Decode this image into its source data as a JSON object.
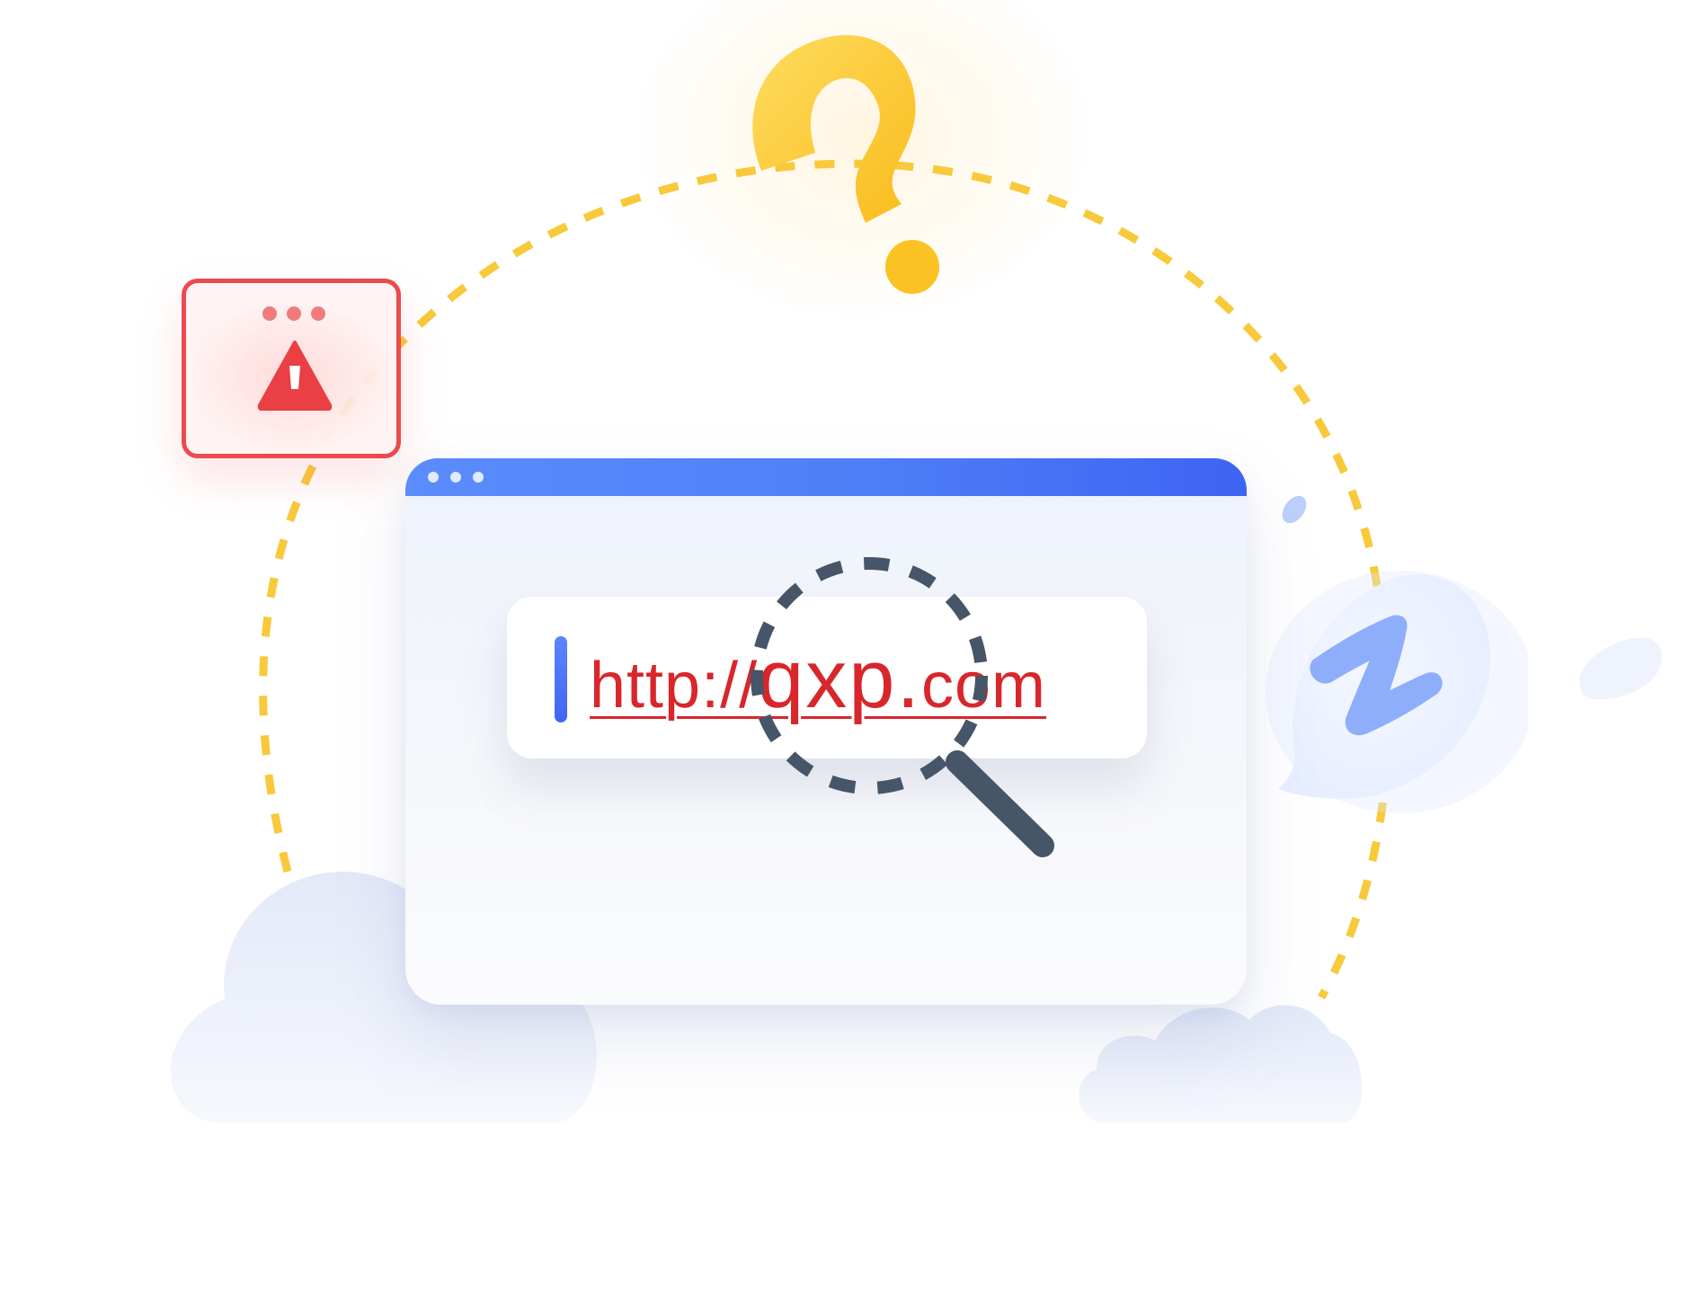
{
  "address_bar": {
    "url_scheme": "http://",
    "url_domain": "qxp.",
    "url_tld": "com"
  },
  "icons": {
    "question": "question-mark-icon",
    "warning": "warning-triangle-icon",
    "magnifier": "magnifying-glass-icon",
    "sleep": "sleep-z-icon"
  },
  "colors": {
    "accent_blue": "#4f7ef8",
    "warning_red": "#ea4b4f",
    "url_red": "#d9262b",
    "orbit_yellow": "#f8c93b",
    "question_yellow": "#fcc93a",
    "magnifier_slate": "#465568",
    "sleep_blue": "#8eaefc"
  }
}
